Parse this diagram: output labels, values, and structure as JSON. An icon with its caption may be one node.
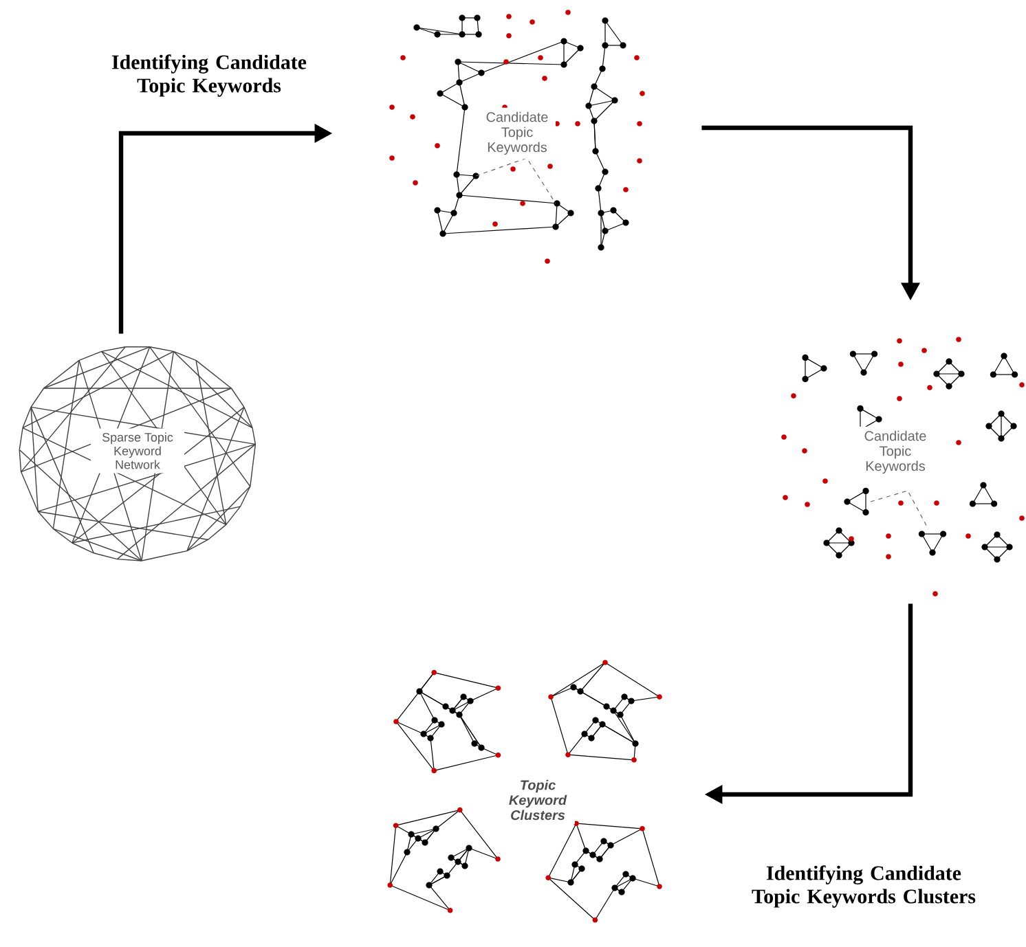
{
  "diagram": {
    "nodes": [
      {
        "text": [
          "Sparse Topic Keyword Network"
        ]
      },
      {
        "text": [
          "Candidate Topic Keywords"
        ]
      },
      {
        "text": [
          "Candidate Topic Keywords"
        ]
      },
      {
        "text": [
          "Topic Keyword Clusters"
        ]
      }
    ],
    "edges": [
      {
        "from": 0,
        "to": 1,
        "arrow": "to",
        "label": "Identifying Candidate Topic Keywords"
      },
      {
        "from": 1,
        "to": 2,
        "arrow": "to"
      },
      {
        "from": 2,
        "to": 3,
        "arrow": "to",
        "label": "Identifying Candidate Topic Keywords Clusters"
      }
    ]
  }
}
